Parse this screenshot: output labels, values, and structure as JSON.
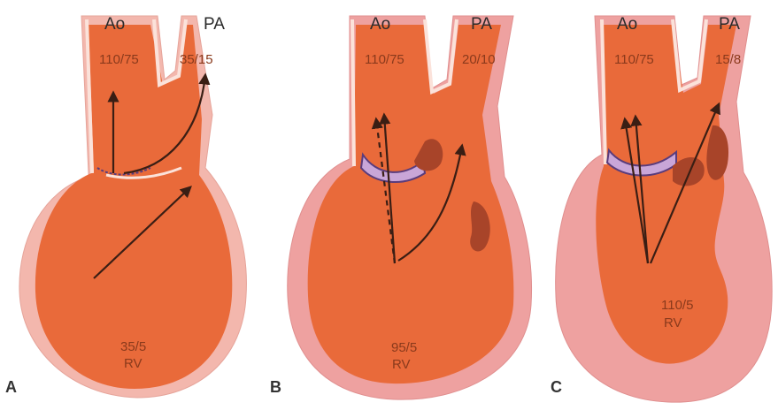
{
  "colors": {
    "muscle": "#e96a3a",
    "outer_rim": "#f3b7ad",
    "thick_wall": "#eea1a0",
    "rim_line": "#fbe2da",
    "valve": "#5a3c7c",
    "obstruction": "#a84429",
    "arrow": "#3a1e14",
    "pressure_text": "#8a3a1c"
  },
  "panels": [
    {
      "letter": "A",
      "ao_label": "Ao",
      "pa_label": "PA",
      "ao_pressure": "110/75",
      "pa_pressure": "35/15",
      "rv_pressure": "35/5",
      "rv_label": "RV"
    },
    {
      "letter": "B",
      "ao_label": "Ao",
      "pa_label": "PA",
      "ao_pressure": "110/75",
      "pa_pressure": "20/10",
      "rv_pressure": "95/5",
      "rv_label": "RV"
    },
    {
      "letter": "C",
      "ao_label": "Ao",
      "pa_label": "PA",
      "ao_pressure": "110/75",
      "pa_pressure": "15/8",
      "rv_pressure": "110/5",
      "rv_label": "RV"
    }
  ]
}
